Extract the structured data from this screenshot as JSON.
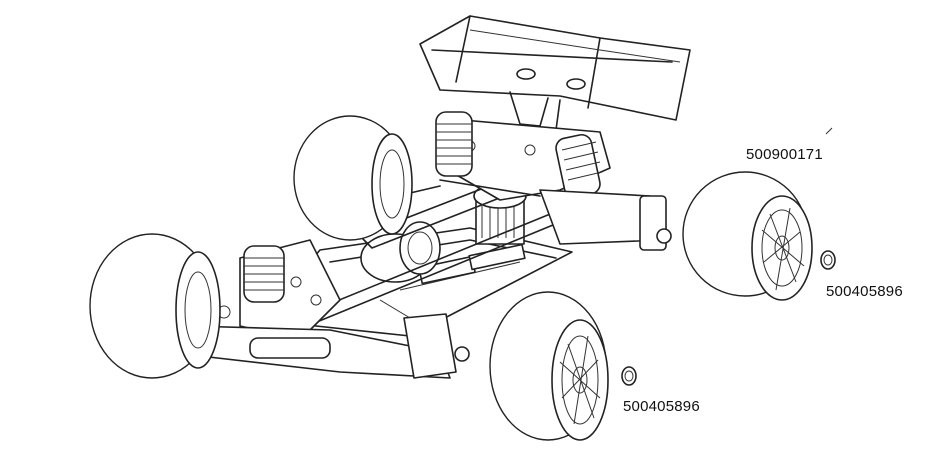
{
  "diagram": {
    "subject": "exploded view of RC buggy wheels",
    "callouts": {
      "top_right": "500900171",
      "right": "500405896",
      "bottom": "500405896"
    }
  }
}
